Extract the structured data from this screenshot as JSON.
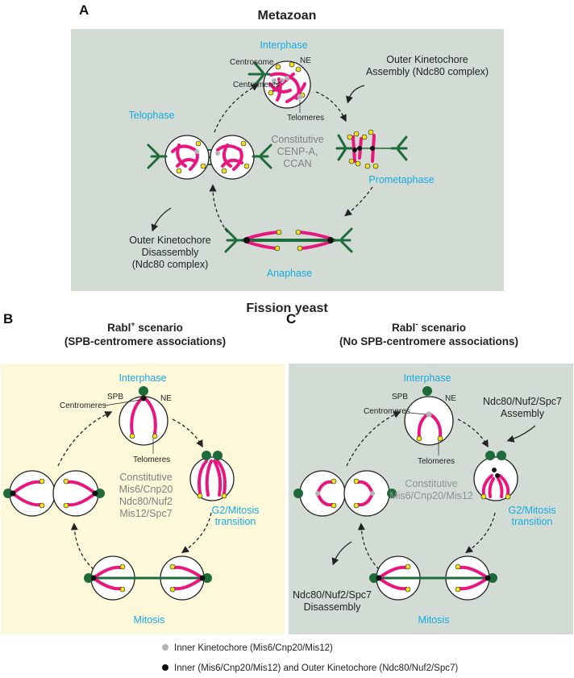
{
  "panel_a": {
    "letter": "A",
    "title": "Metazoan",
    "phases": {
      "interphase": "Interphase",
      "telophase": "Telophase",
      "prometaphase": "Prometaphase",
      "anaphase": "Anaphase"
    },
    "labels": {
      "centrosome": "Centrosome",
      "ne": "NE",
      "centromeres": "Centromeres",
      "telomeres": "Telomeres"
    },
    "center_text": [
      "Constitutive",
      "CENP-A,",
      "CCAN"
    ],
    "assembly_text": [
      "Outer Kinetochore",
      "Assembly (Ndc80 complex)"
    ],
    "disassembly_text": [
      "Outer Kinetochore",
      "Disassembly",
      "(Ndc80 complex)"
    ]
  },
  "section_title": "Fission yeast",
  "panel_b": {
    "letter": "B",
    "title_line1_main": "Rabl",
    "title_line1_sup": "+",
    "title_line1_rest": " scenario",
    "title_line2": "(SPB-centromere associations)",
    "phases": {
      "interphase": "Interphase",
      "g2_line1": "G2/Mitosis",
      "g2_line2": "transition",
      "mitosis": "Mitosis"
    },
    "labels": {
      "spb": "SPB",
      "ne": "NE",
      "centromeres": "Centromeres",
      "telomeres": "Telomeres"
    },
    "center_text": [
      "Constitutive",
      "Mis6/Cnp20",
      "Ndc80/Nuf2",
      "Mis12/Spc7"
    ]
  },
  "panel_c": {
    "letter": "C",
    "title_line1_main": "Rabl",
    "title_line1_sup": "-",
    "title_line1_rest": " scenario",
    "title_line2": "(No SPB-centromere associations)",
    "phases": {
      "interphase": "Interphase",
      "g2_line1": "G2/Mitosis",
      "g2_line2": "transition",
      "mitosis": "Mitosis"
    },
    "labels": {
      "spb": "SPB",
      "ne": "NE",
      "centromeres": "Centromeres",
      "telomeres": "Telomeres"
    },
    "center_text": [
      "Constitutive",
      "Mis6/Cnp20/Mis12"
    ],
    "assembly_text": [
      "Ndc80/Nuf2/Spc7",
      "Assembly"
    ],
    "disassembly_text": [
      "Ndc80/Nuf2/Spc7",
      "Disassembly"
    ]
  },
  "legend": {
    "inner": "Inner Kinetochore (Mis6/Cnp20/Mis12)",
    "inner_outer": "Inner (Mis6/Cnp20/Mis12) and Outer Kinetochore (Ndc80/Nuf2/Spc7)"
  },
  "colors": {
    "panel_a_bg": "#d3dcd4",
    "panel_b_bg": "#fdf8d9",
    "panel_c_bg": "#d3dcd4",
    "chromosome": "#e8177f",
    "centrosome": "#1d6b3a",
    "telomere": "#f2e01c",
    "inner_kinetochore": "#b3b3b3",
    "outer_kinetochore": "#111111",
    "phase_text": "#17a8e0"
  }
}
